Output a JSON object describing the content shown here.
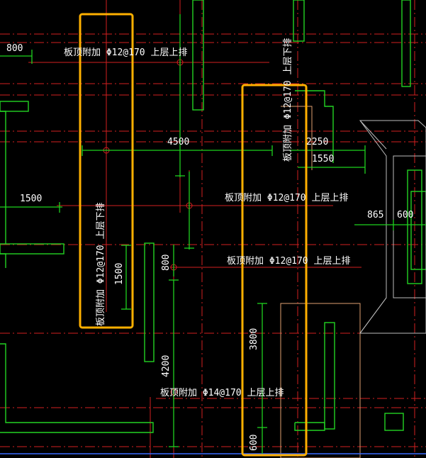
{
  "annotations": {
    "note_left_top": "板顶附加 Φ12@170 上层上排",
    "note_left_vertical": "板顶附加 Φ12@170 上层下排",
    "note_mid_vertical": "板顶附加 Φ12@170 上层下排",
    "note_mid_1": "板顶附加 Φ12@170 上层上排",
    "note_mid_2": "板顶附加 Φ12@170 上层上排",
    "note_bottom": "板顶附加 Φ14@170 上层上排"
  },
  "dimensions": {
    "d800_top": "800",
    "d4500": "4500",
    "d2250": "2250",
    "d1550": "1550",
    "d1500_left": "1500",
    "d865": "865",
    "d600_right": "600",
    "d1500_vertical": "1500",
    "d800_vertical": "800",
    "d3800": "3800",
    "d4200": "4200",
    "d600_bottom": "600"
  },
  "highlights": {
    "color": "#ffb000",
    "count": 2
  },
  "colors": {
    "background": "#000000",
    "axis_red": "#d22020",
    "dim_green": "#1ed21e",
    "text": "#ffffff",
    "highlight": "#ffb000"
  }
}
